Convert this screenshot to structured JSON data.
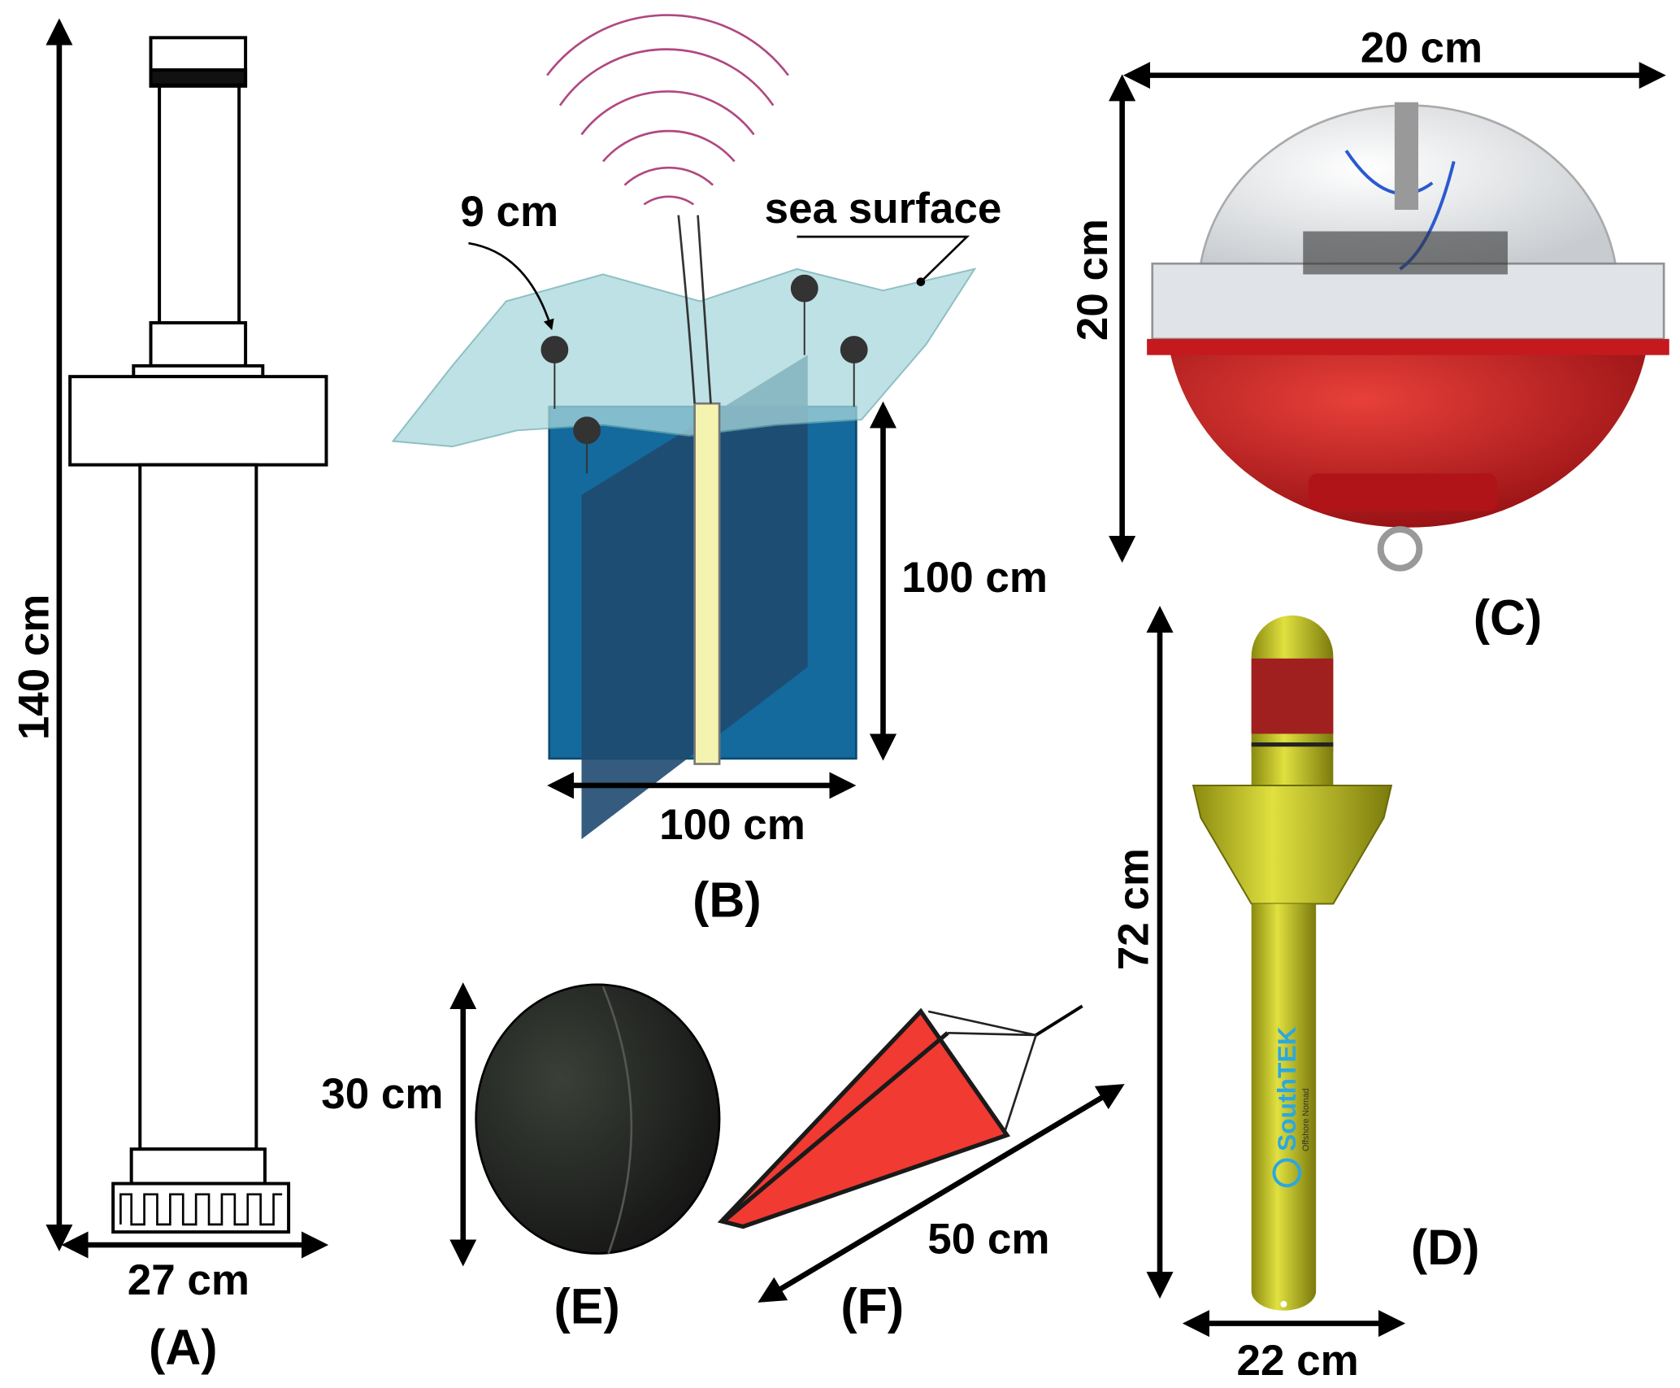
{
  "panels": {
    "a": {
      "label": "(A)",
      "height": "140 cm",
      "width": "27 cm"
    },
    "b": {
      "label": "(B)",
      "float_size": "9 cm",
      "surface": "sea surface",
      "height": "100 cm",
      "width": "100 cm"
    },
    "c": {
      "label": "(C)",
      "width": "20 cm",
      "height": "20 cm"
    },
    "d": {
      "label": "(D)",
      "height": "72 cm",
      "width": "22 cm",
      "brand": "SouthTEK",
      "tagline": "Offshore Nomad"
    },
    "e": {
      "label": "(E)",
      "height": "30 cm"
    },
    "f": {
      "label": "(F)",
      "length": "50 cm"
    }
  },
  "colors": {
    "water": "#a8d8dc",
    "panel_blue": "#146a9c",
    "buoy_red": "#c0161a",
    "drifter_yellow": "#c8c81e",
    "drogue_red": "#f03a32"
  }
}
